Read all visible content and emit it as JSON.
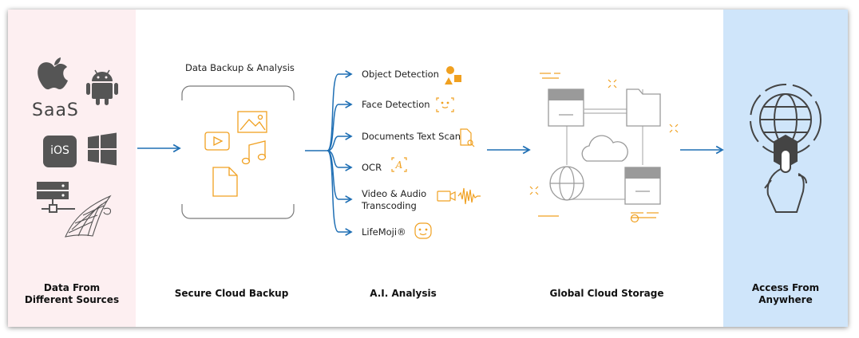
{
  "sources": {
    "saas_label": "SaaS",
    "ios_label": "iOS",
    "icons": [
      "apple-icon",
      "android-icon",
      "ios-icon",
      "windows-icon",
      "server-network-icon",
      "sql-server-icon"
    ]
  },
  "backup": {
    "title": "Data Backup & Analysis"
  },
  "analysis": {
    "items": [
      {
        "label": "Object Detection"
      },
      {
        "label": "Face Detection"
      },
      {
        "label": "Documents Text Scan"
      },
      {
        "label": "OCR"
      },
      {
        "label": "Video & Audio",
        "label2": "Transcoding"
      },
      {
        "label": "LifeMoji®"
      }
    ]
  },
  "stages": {
    "sources_line1": "Data From",
    "sources_line2": "Different Sources",
    "backup": "Secure Cloud Backup",
    "analysis": "A.I. Analysis",
    "storage": "Global Cloud Storage",
    "access_line1": "Access From",
    "access_line2": "Anywhere"
  },
  "colors": {
    "accent_blue": "#1f6fb4",
    "accent_orange": "#f0a020",
    "icon_gray": "#7a7a7a",
    "dark": "#444444"
  }
}
